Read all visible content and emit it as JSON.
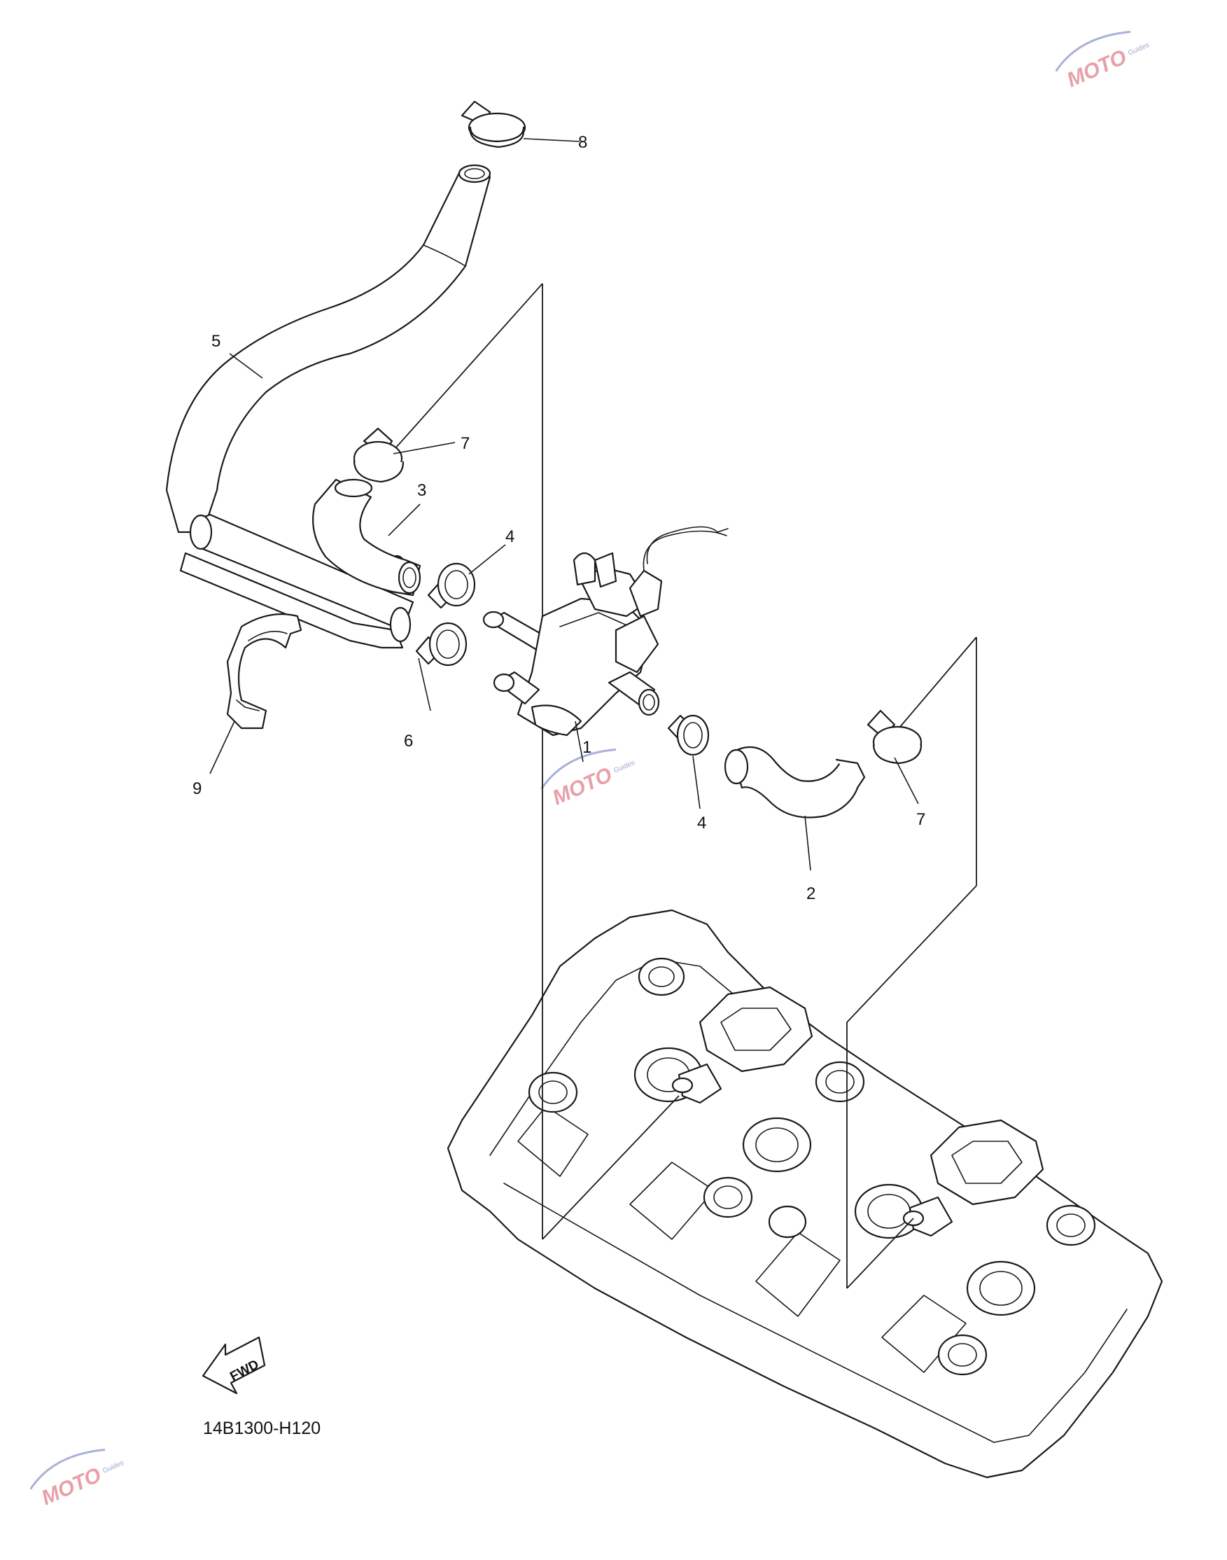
{
  "diagram_code": "14B1300-H120",
  "fwd_label": "FWD",
  "callouts": [
    "1",
    "2",
    "3",
    "4",
    "4",
    "5",
    "6",
    "7",
    "7",
    "8",
    "9"
  ],
  "watermark": {
    "text": "MOTO",
    "sub": "Guides",
    "color": "#e8a0a8",
    "accent": "#a0a8c8"
  }
}
